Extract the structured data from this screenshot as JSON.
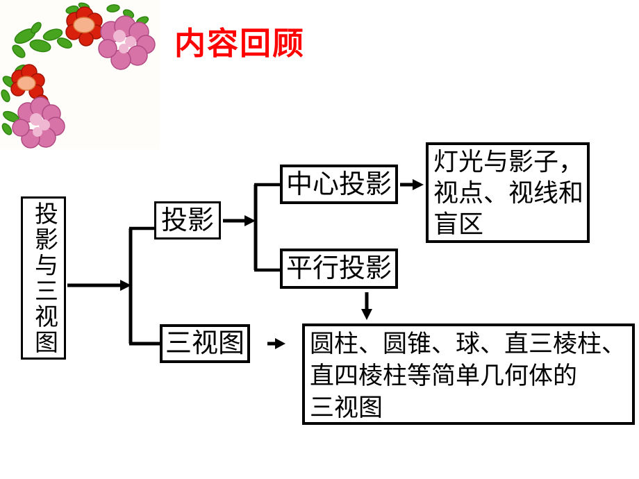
{
  "title": {
    "text": "内容回顾",
    "color": "#ff0000"
  },
  "colors": {
    "background": "#ffffff",
    "line": "#000000"
  },
  "diagram": {
    "root_label": "投影与三视图",
    "projection_label": "投影",
    "central_projection_label": "中心投影",
    "parallel_projection_label": "平行投影",
    "three_views_label": "三视图",
    "light_shadow_box": {
      "lines": [
        "灯光与影子，",
        "视点、视线和",
        "盲区"
      ]
    },
    "solids_box": {
      "lines": [
        "圆柱、圆锥、球、直三棱柱、",
        "直四棱柱等简单几何体的",
        "三视图"
      ]
    }
  },
  "decoration": {
    "name": "flower-corner-decoration",
    "colors": {
      "red": "#d8200d",
      "red_outline": "#a01305",
      "peach_center": "#f6b28d",
      "pink": "#d873a8",
      "pink_outline": "#b04a82",
      "light_pink": "#efb7d2",
      "green": "#46a41f",
      "green_outline": "#2f8410"
    }
  }
}
